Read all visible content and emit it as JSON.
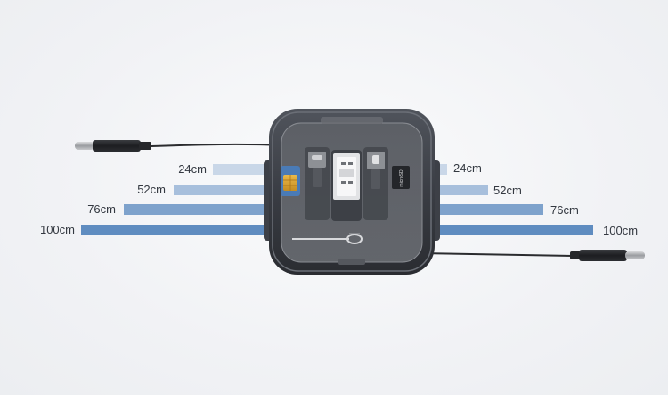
{
  "lengths": {
    "left": [
      "24cm",
      "52cm",
      "76cm",
      "100cm"
    ],
    "right": [
      "24cm",
      "52cm",
      "76cm",
      "100cm"
    ]
  },
  "device": {
    "card_label": "microSD",
    "icons": [
      "usb-c-plug-icon",
      "usb-a-plug-icon",
      "lightning-plug-icon",
      "sim-card-icon",
      "sim-eject-pin-icon",
      "micro-sd-card-icon"
    ]
  },
  "colors": {
    "bar_24": "#c9d7e8",
    "bar_52": "#a7bfdc",
    "bar_76": "#7ea2cc",
    "bar_100": "#5f8cc0",
    "case": "#2e3137",
    "sim_gold": "#d9a63a"
  }
}
